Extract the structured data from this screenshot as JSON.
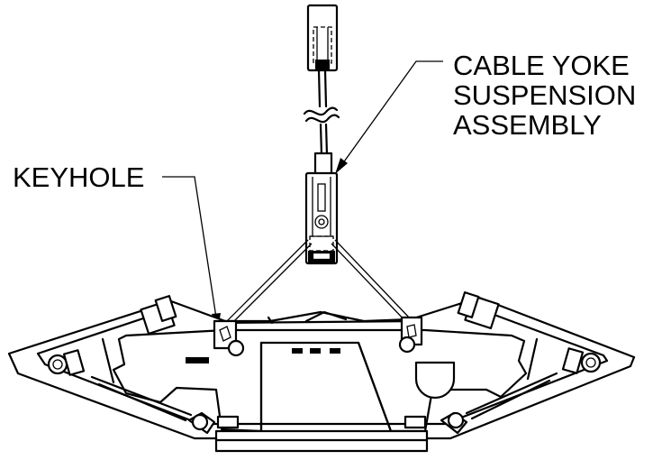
{
  "callouts": {
    "cable_yoke_line1": "CABLE YOKE",
    "cable_yoke_line2": "SUSPENSION",
    "cable_yoke_line3": "ASSEMBLY",
    "keyhole": "KEYHOLE"
  },
  "colors": {
    "ink": "#000000",
    "paper": "#ffffff"
  }
}
